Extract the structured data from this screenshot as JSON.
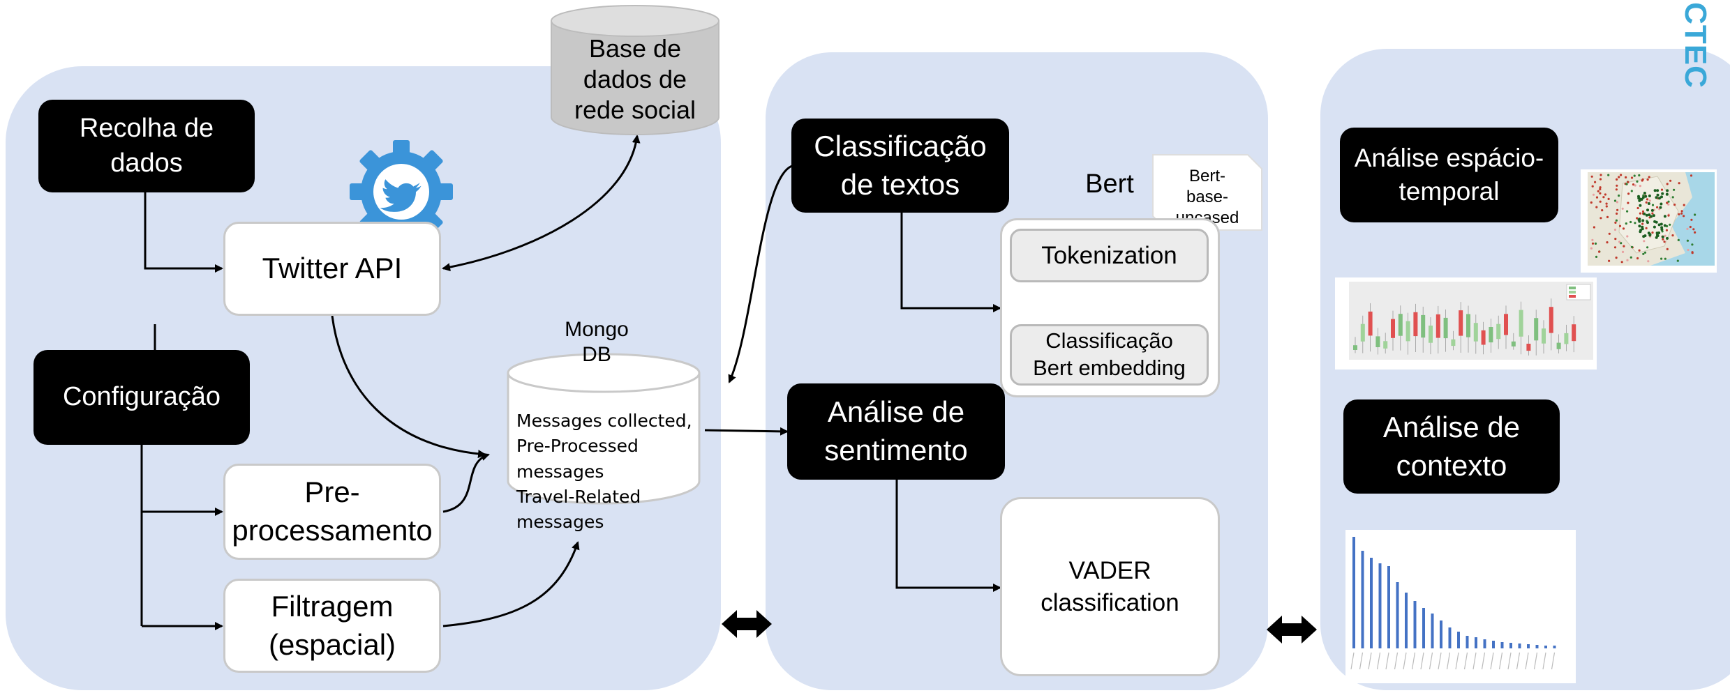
{
  "colors": {
    "panel": "#d9e2f3",
    "dark_box": "#000000",
    "twitter_blue": "#3b94d9",
    "database_gray": "#c8c8c8",
    "edge_text": "#3aa8d8"
  },
  "left_panel": {
    "recolha": "Recolha de\ndados",
    "twitter_api": "Twitter API",
    "twitter_logo_icon": "twitter-gear-icon",
    "configuracao": "Configuração",
    "preprocessamento": "Pre-\nprocessamento",
    "filtragem": "Filtragem\n(espacial)",
    "base_dados": "Base de\ndados de\nrede social",
    "mongo_label": "Mongo\nDB",
    "mongo_contents": "Messages collected,\nPre-Processed messages\nTravel-Related messages"
  },
  "middle_panel": {
    "classificacao_textos": "Classificação\nde textos",
    "bert_label": "Bert",
    "bert_note": "Bert-\nbase-\nuncased",
    "tokenization": "Tokenization",
    "classificacao_bert": "Classificação\nBert embedding",
    "analise_sentimento": "Análise de\nsentimento",
    "vader": "VADER\nclassification"
  },
  "right_panel": {
    "analise_espacio": "Análise espácio-\ntemporal",
    "analise_contexto": "Análise de\ncontexto",
    "map_thumbnail": "map-thumbnail",
    "boxplot_thumbnail": "boxplot-thumbnail",
    "bar_thumbnail": "bar-chart-thumbnail"
  },
  "edge_text": "CTEC"
}
